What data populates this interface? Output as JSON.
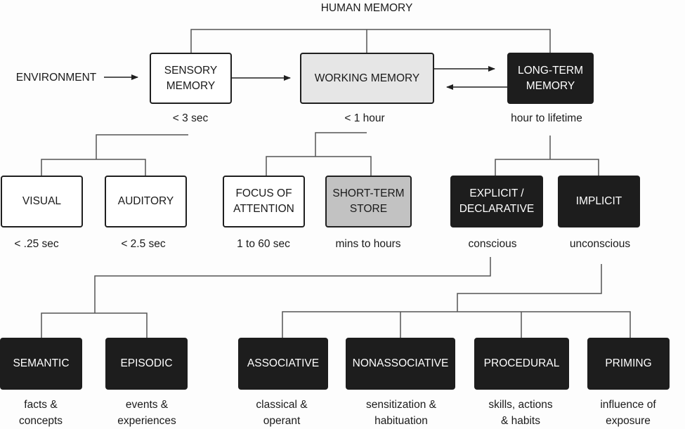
{
  "title": "HUMAN MEMORY",
  "input": "ENVIRONMENT",
  "colors": {
    "dark_fill": "#1d1d1d",
    "working_fill": "#e6e6e6",
    "short_term_fill": "#c2c2c2",
    "line": "#555555"
  },
  "top_level": [
    {
      "id": "sensory",
      "label": "SENSORY\nMEMORY",
      "duration": "< 3 sec",
      "style": "white"
    },
    {
      "id": "working",
      "label": "WORKING MEMORY",
      "duration": "< 1 hour",
      "style": "light"
    },
    {
      "id": "longterm",
      "label": "LONG-TERM\nMEMORY",
      "duration": "hour to lifetime",
      "style": "dark"
    }
  ],
  "second_level": [
    {
      "id": "visual",
      "label": "VISUAL",
      "duration": "< .25 sec",
      "parent": "sensory"
    },
    {
      "id": "auditory",
      "label": "AUDITORY",
      "duration": "< 2.5 sec",
      "parent": "sensory"
    },
    {
      "id": "focus",
      "label": "FOCUS OF\nATTENTION",
      "duration": "1 to 60 sec",
      "parent": "working"
    },
    {
      "id": "shortterm",
      "label": "SHORT-TERM\nSTORE",
      "duration": "mins to hours",
      "parent": "working"
    },
    {
      "id": "explicit",
      "label": "EXPLICIT /\nDECLARATIVE",
      "duration": "conscious",
      "parent": "longterm"
    },
    {
      "id": "implicit",
      "label": "IMPLICIT",
      "duration": "unconscious",
      "parent": "longterm"
    }
  ],
  "third_level": [
    {
      "id": "semantic",
      "label": "SEMANTIC",
      "description": "facts &\nconcepts",
      "parent": "explicit"
    },
    {
      "id": "episodic",
      "label": "EPISODIC",
      "description": "events &\nexperiences",
      "parent": "explicit"
    },
    {
      "id": "associative",
      "label": "ASSOCIATIVE",
      "description": "classical &\noperant",
      "parent": "implicit"
    },
    {
      "id": "nonassociative",
      "label": "NONASSOCIATIVE",
      "description": "sensitization &\nhabituation",
      "parent": "implicit"
    },
    {
      "id": "procedural",
      "label": "PROCEDURAL",
      "description": "skills, actions\n& habits",
      "parent": "implicit"
    },
    {
      "id": "priming",
      "label": "PRIMING",
      "description": "influence of\nexposure",
      "parent": "implicit"
    }
  ]
}
